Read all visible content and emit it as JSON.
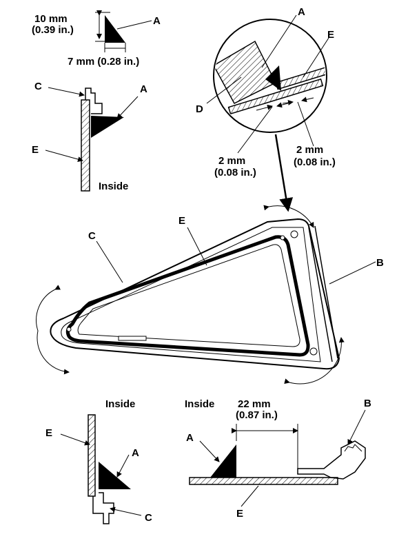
{
  "figure": {
    "labels": {
      "a": "A",
      "b": "B",
      "c": "C",
      "d": "D",
      "e": "E"
    },
    "dimensions": {
      "height_mm": "10 mm",
      "height_in": "(0.39 in.)",
      "width_mm": "7 mm (0.28 in.)",
      "gap_left_mm": "2 mm",
      "gap_left_in": "(0.08 in.)",
      "gap_right_mm": "2 mm",
      "gap_right_in": "(0.08 in.)",
      "offset_mm": "22 mm",
      "offset_in": "(0.87 in.)"
    },
    "side_labels": {
      "inside_top": "Inside",
      "inside_bottom_left": "Inside",
      "inside_bottom_right": "Inside"
    }
  }
}
